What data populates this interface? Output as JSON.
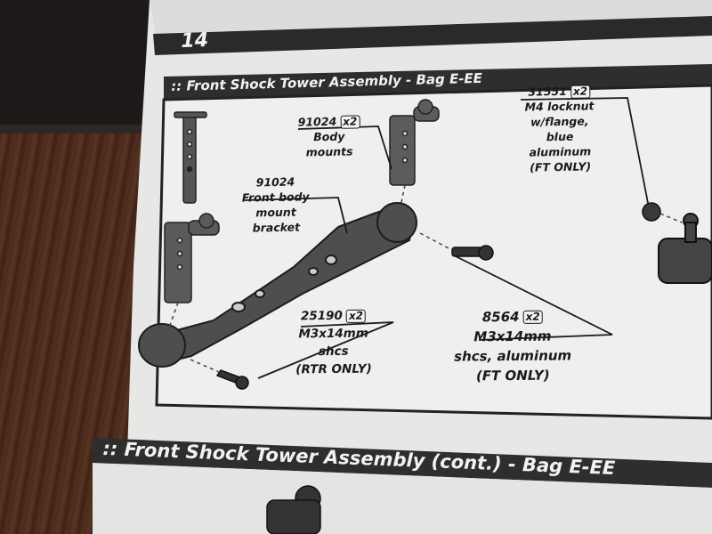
{
  "step_number": "14",
  "section_title": ":: Front Shock Tower Assembly - Bag E-EE",
  "next_section_title": ":: Front Shock Tower Assembly (cont.) - Bag E-EE",
  "parts": [
    {
      "part_no": "91024",
      "qty": "x2",
      "lines": [
        "Body",
        "mounts"
      ]
    },
    {
      "part_no": "91024",
      "qty": "",
      "lines": [
        "Front body",
        "mount",
        "bracket"
      ]
    },
    {
      "part_no": "31551",
      "qty": "x2",
      "lines": [
        "M4 locknut",
        "w/flange,",
        "blue",
        "aluminum",
        "(FT ONLY)"
      ]
    },
    {
      "part_no": "25190",
      "qty": "x2",
      "lines": [
        "M3x14mm",
        "shcs",
        "(RTR ONLY)"
      ]
    },
    {
      "part_no": "8564",
      "qty": "x2",
      "lines": [
        "M3x14mm",
        "shcs, aluminum",
        "(FT ONLY)"
      ]
    }
  ],
  "colors": {
    "paper": "#e8e8e6",
    "ink": "#1a1a1a",
    "header_bar": "#2a2a2a",
    "wood": "#4a2a1c"
  }
}
